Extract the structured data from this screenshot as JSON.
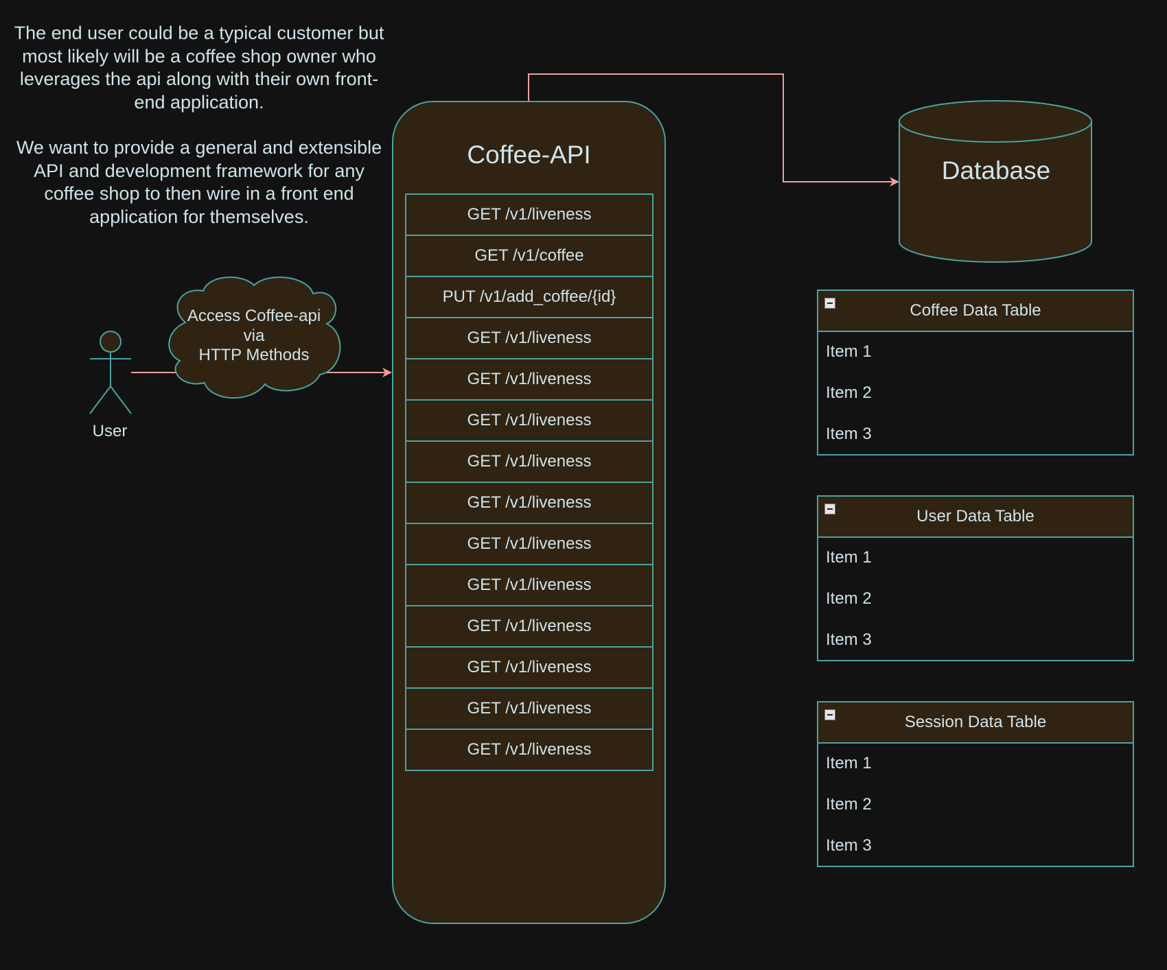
{
  "description": {
    "paragraph1": "The end user could be a typical customer but most likely will be a coffee shop owner who leverages the api along with their own front-end application.",
    "paragraph2": "We want to provide a general and extensible API and development framework for any coffee shop to then wire in a front end application for themselves."
  },
  "user": {
    "label": "User"
  },
  "cloud": {
    "label": "Access Coffee-api\nvia\nHTTP Methods"
  },
  "api": {
    "title": "Coffee-API",
    "endpoints": [
      "GET /v1/liveness",
      "GET /v1/coffee",
      "PUT /v1/add_coffee/{id}",
      "GET /v1/liveness",
      "GET /v1/liveness",
      "GET /v1/liveness",
      "GET /v1/liveness",
      "GET /v1/liveness",
      "GET /v1/liveness",
      "GET /v1/liveness",
      "GET /v1/liveness",
      "GET /v1/liveness",
      "GET /v1/liveness",
      "GET /v1/liveness"
    ]
  },
  "database": {
    "label": "Database"
  },
  "tables": [
    {
      "title": "Coffee Data Table",
      "items": [
        "Item 1",
        "Item 2",
        "Item 3"
      ]
    },
    {
      "title": "User Data Table",
      "items": [
        "Item 1",
        "Item 2",
        "Item 3"
      ]
    },
    {
      "title": "Session Data Table",
      "items": [
        "Item 1",
        "Item 2",
        "Item 3"
      ]
    }
  ],
  "colors": {
    "background": "#121212",
    "fill": "#302312",
    "stroke": "#4aa3a2",
    "text": "#cfe3ea",
    "arrow": "#f0a0a0"
  }
}
